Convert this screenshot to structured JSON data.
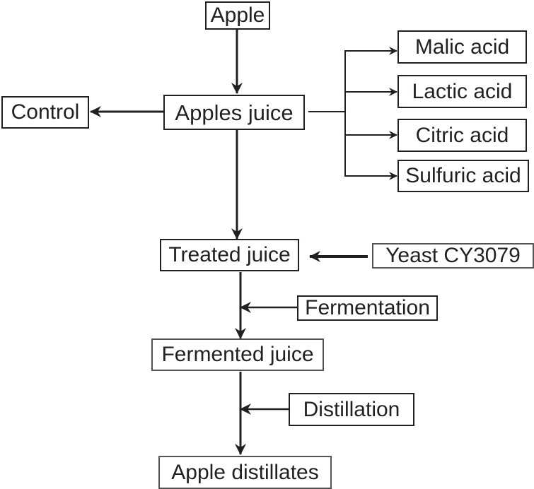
{
  "diagram": {
    "colors": {
      "line": "#231f20",
      "text": "#231f20",
      "background": "#ffffff"
    },
    "nodes": {
      "apple": "Apple",
      "apples_juice": "Apples juice",
      "control": "Control",
      "malic_acid": "Malic acid",
      "lactic_acid": "Lactic acid",
      "citric_acid": "Citric acid",
      "sulfuric_acid": "Sulfuric acid",
      "treated_juice": "Treated juice",
      "yeast": "Yeast CY3079",
      "fermentation": "Fermentation",
      "fermented_juice": "Fermented juice",
      "distillation": "Distillation",
      "apple_distillates": "Apple distillates"
    },
    "edges": [
      {
        "from": "Apple",
        "to": "Apples juice"
      },
      {
        "from": "Apples juice",
        "to": "Control"
      },
      {
        "from": "Apples juice",
        "to": "Malic acid"
      },
      {
        "from": "Apples juice",
        "to": "Lactic acid"
      },
      {
        "from": "Apples juice",
        "to": "Citric acid"
      },
      {
        "from": "Apples juice",
        "to": "Sulfuric acid"
      },
      {
        "from": "Apples juice",
        "to": "Treated juice"
      },
      {
        "from": "Yeast CY3079",
        "to": "Treated juice"
      },
      {
        "from": "Treated juice",
        "to": "Fermented juice"
      },
      {
        "from": "Fermentation",
        "to": "Fermented juice"
      },
      {
        "from": "Fermented juice",
        "to": "Apple distillates"
      },
      {
        "from": "Distillation",
        "to": "Apple distillates"
      }
    ]
  }
}
